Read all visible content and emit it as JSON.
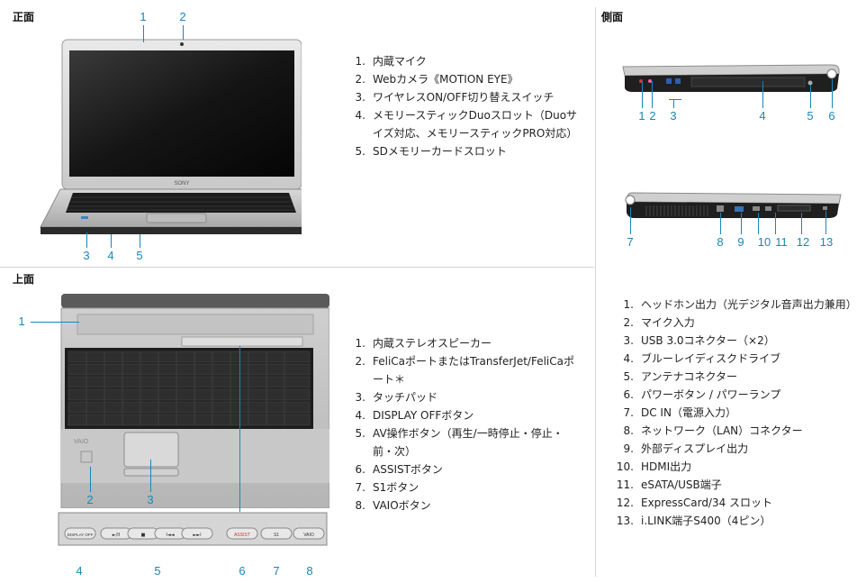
{
  "sections": {
    "front": "正面",
    "top": "上面",
    "side": "側面"
  },
  "front_callouts": [
    "1",
    "2",
    "3",
    "4",
    "5"
  ],
  "front_items": [
    {
      "num": "1.",
      "text": "内蔵マイク"
    },
    {
      "num": "2.",
      "text": "Webカメラ《MOTION EYE》"
    },
    {
      "num": "3.",
      "text": "ワイヤレスON/OFF切り替えスイッチ"
    },
    {
      "num": "4.",
      "text": "メモリースティックDuoスロット（Duoサイズ対応、メモリースティックPRO対応）"
    },
    {
      "num": "5.",
      "text": "SDメモリーカードスロット"
    }
  ],
  "top_callouts": [
    "1",
    "2",
    "3",
    "4",
    "5",
    "6",
    "7",
    "8"
  ],
  "top_items": [
    {
      "num": "1.",
      "text": "内蔵ステレオスピーカー"
    },
    {
      "num": "2.",
      "text": "FeliCaポートまたはTransferJet/FeliCaポート＊"
    },
    {
      "num": "3.",
      "text": "タッチパッド"
    },
    {
      "num": "4.",
      "text": "DISPLAY OFFボタン"
    },
    {
      "num": "5.",
      "text": "AV操作ボタン（再生/一時停止・停止・前・次）"
    },
    {
      "num": "6.",
      "text": "ASSISTボタン"
    },
    {
      "num": "7.",
      "text": "S1ボタン"
    },
    {
      "num": "8.",
      "text": "VAIOボタン"
    }
  ],
  "side_callouts_right": [
    "1",
    "2",
    "3",
    "4",
    "5",
    "6"
  ],
  "side_callouts_left": [
    "7",
    "8",
    "9",
    "10",
    "11",
    "12",
    "13"
  ],
  "side_items": [
    {
      "num": "1.",
      "text": "ヘッドホン出力（光デジタル音声出力兼用）"
    },
    {
      "num": "2.",
      "text": "マイク入力"
    },
    {
      "num": "3.",
      "text": "USB 3.0コネクター（×2）"
    },
    {
      "num": "4.",
      "text": "ブルーレイディスクドライブ"
    },
    {
      "num": "5.",
      "text": "アンテナコネクター"
    },
    {
      "num": "6.",
      "text": "パワーボタン / パワーランプ"
    },
    {
      "num": "7.",
      "text": "DC IN（電源入力）"
    },
    {
      "num": "8.",
      "text": "ネットワーク（LAN）コネクター"
    },
    {
      "num": "9.",
      "text": "外部ディスプレイ出力"
    },
    {
      "num": "10.",
      "text": "HDMI出力"
    },
    {
      "num": "11.",
      "text": "eSATA/USB端子"
    },
    {
      "num": "12.",
      "text": "ExpressCard/34 スロット"
    },
    {
      "num": "13.",
      "text": "i.LINK端子S400（4ピン）"
    }
  ],
  "device_labels": {
    "brand": "SONY",
    "logo": "VAIO",
    "display_off": "DISPLAY OFF",
    "assist": "ASSIST",
    "s1": "S1",
    "vaio": "VAIO",
    "play": "►/II",
    "stop": "■",
    "prev": "I◄◄",
    "next": "►►I"
  },
  "colors": {
    "accent": "#1a86b8",
    "assist": "#c0392b"
  }
}
